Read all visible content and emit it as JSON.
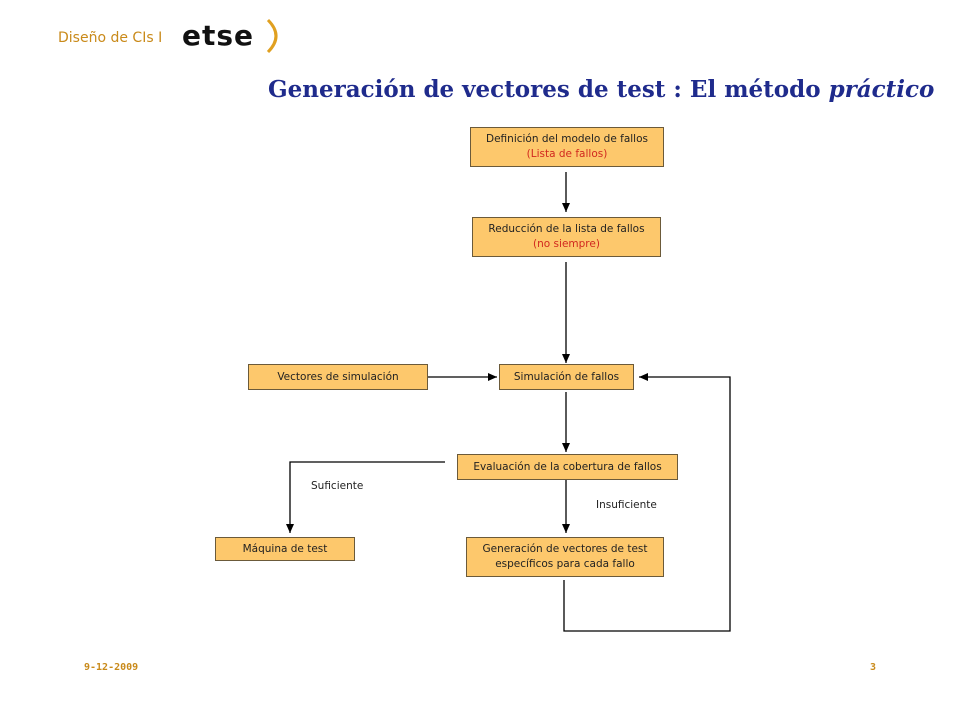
{
  "header": {
    "course": "Diseño de CIs I",
    "logo_text": "etse"
  },
  "title": {
    "main": "Generación de vectores de test : El método",
    "emphasis": "práctico"
  },
  "diagram": {
    "fault_model": {
      "line1": "Definición del modelo de fallos",
      "line2": "(Lista de fallos)"
    },
    "reduction": {
      "line1": "Reducción de la lista de fallos",
      "line2": "(no siempre)"
    },
    "sim_vectors": "Vectores de simulación",
    "fault_sim": "Simulación de fallos",
    "coverage": "Evaluación de la cobertura de fallos",
    "test_machine": "Máquina de test",
    "gen_vectors": {
      "line1": "Generación de vectores de test",
      "line2": "específicos para cada fallo"
    },
    "sufficient_label": "Suficiente",
    "insufficient_label": "Insuficiente"
  },
  "footer": {
    "date": "9-12-2009",
    "page": "3"
  },
  "colors": {
    "box_fill": "#fdc86c",
    "title": "#1f2b8c",
    "accent": "#c98a1a",
    "highlight": "#d1281f"
  }
}
